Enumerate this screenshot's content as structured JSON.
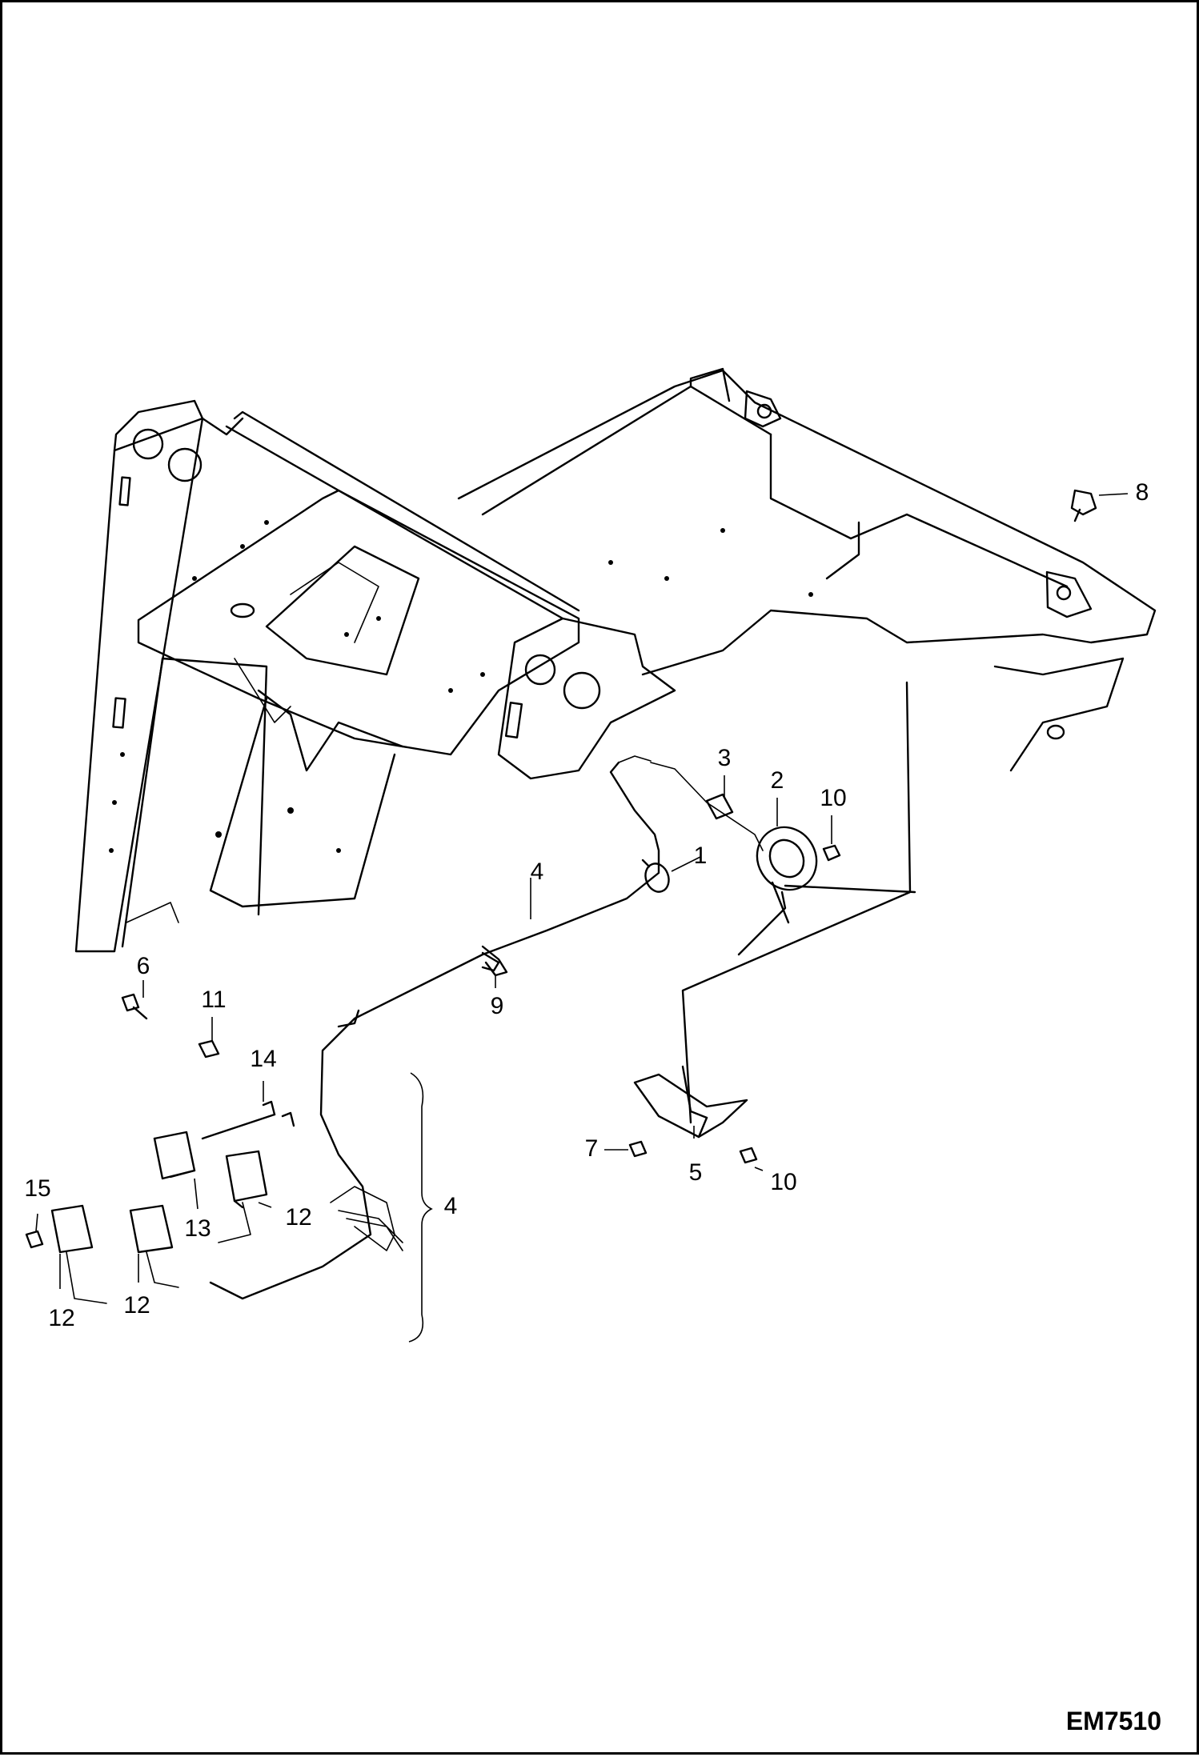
{
  "figure_id": "EM7510",
  "callouts": {
    "c1": "1",
    "c2": "2",
    "c3": "3",
    "c4_upper": "4",
    "c4_bracket": "4",
    "c5": "5",
    "c6": "6",
    "c7": "7",
    "c8": "8",
    "c9": "9",
    "c10_upper": "10",
    "c10_lower": "10",
    "c11": "11",
    "c12_right": "12",
    "c12_mid": "12",
    "c12_left": "12",
    "c13": "13",
    "c14": "14",
    "c15": "15"
  }
}
